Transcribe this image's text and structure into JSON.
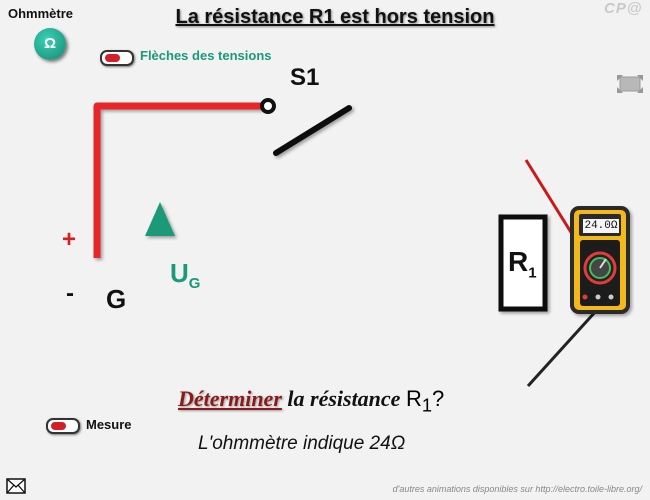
{
  "header": {
    "title": "La résistance R1 est hors tension"
  },
  "mode": {
    "label": "Ohmmètre",
    "button_symbol": "Ω"
  },
  "toggles": {
    "arrows_label": "Flèches des tensions",
    "measure_label": "Mesure"
  },
  "logo": "CP@",
  "circuit": {
    "switch_label": "S1",
    "generator_label": "G",
    "plus_sign": "+",
    "minus_sign": "-",
    "voltage_label": "U",
    "voltage_sub": "G",
    "resistor_label": "R",
    "resistor_sub": "1",
    "colors": {
      "positive_wire": "#e8262a",
      "negative_wire": "#2060e0",
      "resistor_wire": "#a030c8",
      "voltage_arrow": "#1a9a78"
    }
  },
  "multimeter": {
    "display": "24.0Ω"
  },
  "question": {
    "verb": "Déterminer",
    "rest": "la résistance",
    "symbol": "R",
    "sub": "1",
    "end": "?"
  },
  "answer": "L'ohmmètre indique 24Ω",
  "footer": "d'autres animations disponibles sur http://electro.toile-libre.org/"
}
